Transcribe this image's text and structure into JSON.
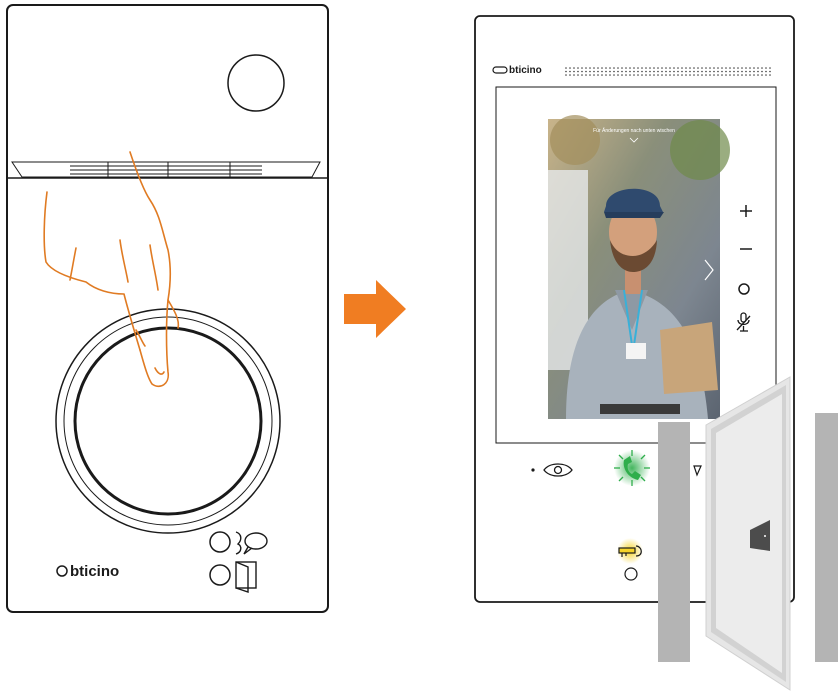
{
  "entrance_panel": {
    "brand": "bticino",
    "buttons": [
      {
        "name": "call-button",
        "icon": "call-speech-icon"
      },
      {
        "name": "door-button",
        "icon": "door-icon"
      }
    ],
    "indicator": "finger-press-icon"
  },
  "transition": {
    "icon": "arrow-right-icon",
    "color": "#f07d22"
  },
  "monitor": {
    "brand": "bticino",
    "screen_hint": "Für Änderungen nach unten wischen",
    "side_controls": [
      {
        "name": "volume-up-button",
        "symbol": "+"
      },
      {
        "name": "volume-down-button",
        "symbol": "−"
      },
      {
        "name": "status-led",
        "symbol": "○"
      },
      {
        "name": "mic-mute-icon",
        "symbol": "mic-off"
      }
    ],
    "bottom_controls": [
      {
        "name": "camera-eye-button",
        "icon": "eye-icon"
      },
      {
        "name": "answer-button",
        "icon": "handset-icon",
        "state_color": "#2fae4c"
      },
      {
        "name": "door-lock-button",
        "icon": "key-icon",
        "state_color": "#f5d32a"
      }
    ]
  },
  "door": {
    "state": "open"
  }
}
